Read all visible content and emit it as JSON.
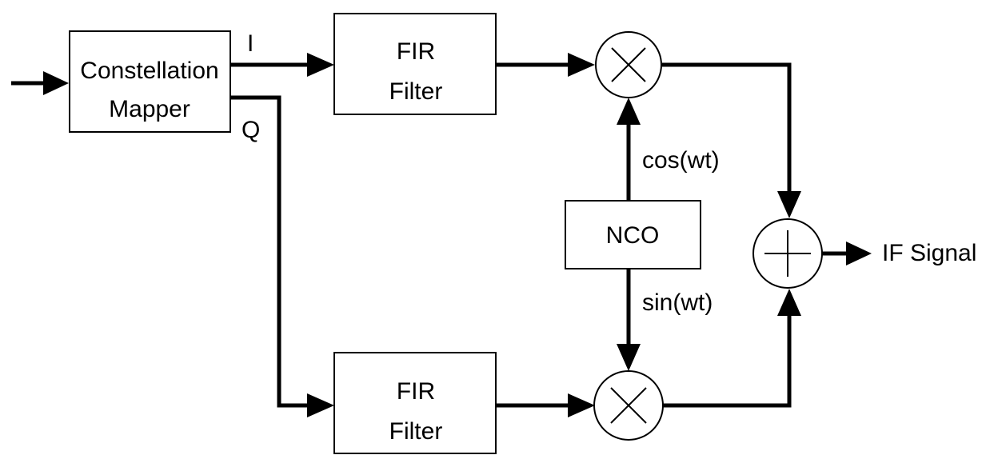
{
  "blocks": {
    "mapper": {
      "line1": "Constellation",
      "line2": "Mapper"
    },
    "fir_top": {
      "line1": "FIR",
      "line2": "Filter"
    },
    "fir_bottom": {
      "line1": "FIR",
      "line2": "Filter"
    },
    "nco": {
      "label": "NCO"
    }
  },
  "signals": {
    "i": "I",
    "q": "Q",
    "cos": "cos(wt)",
    "sin": "sin(wt)",
    "output": "IF Signal"
  },
  "icons": {
    "mixer": "multiply-circle",
    "adder": "plus-circle"
  }
}
